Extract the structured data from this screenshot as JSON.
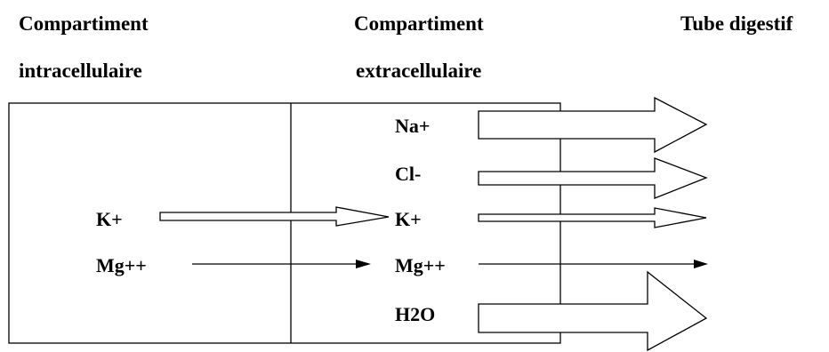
{
  "headers": {
    "intracellular_line1": "Compartiment",
    "intracellular_line2": "intracellulaire",
    "extracellular_line1": "Compartiment",
    "extracellular_line2": "extracellulaire",
    "digestive": "Tube digestif"
  },
  "intracellular_ions": {
    "k": "K+",
    "mg": "Mg++"
  },
  "extracellular_ions": {
    "na": "Na+",
    "cl": "Cl-",
    "k": "K+",
    "mg": "Mg++",
    "h2o": "H2O"
  },
  "colors": {
    "stroke": "#000000",
    "background": "#ffffff"
  }
}
